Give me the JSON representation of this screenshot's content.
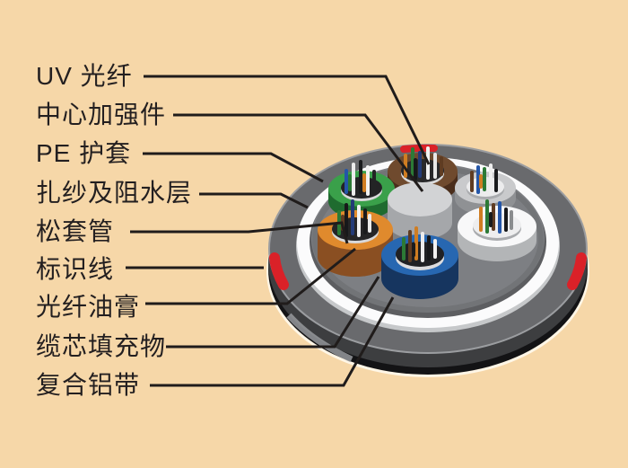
{
  "figure": {
    "labels": [
      {
        "id": "uv_fiber",
        "text": "UV 光纤"
      },
      {
        "id": "central_strength_member",
        "text": "中心加强件"
      },
      {
        "id": "pe_sheath",
        "text": "PE 护套"
      },
      {
        "id": "yarn_water_blocking_layer",
        "text": "扎纱及阻水层"
      },
      {
        "id": "loose_tube",
        "text": "松套管"
      },
      {
        "id": "marker_line",
        "text": "标识线"
      },
      {
        "id": "fiber_gel",
        "text": "光纤油膏"
      },
      {
        "id": "core_filler",
        "text": "缆芯填充物"
      },
      {
        "id": "aluminum_tape",
        "text": "复合铝带"
      }
    ],
    "colors": {
      "background": "#f6d7a8",
      "label_text": "#231f20",
      "leader_line": "#201c1b",
      "sheath_top": "#696a6d",
      "sheath_side": "#3d3e40",
      "sheath_bottom": "#131315",
      "sheath_rim_highlight": "#9b9da0",
      "marker_red": "#da2128",
      "tape_white": "#fbfbfc",
      "tape_shadow": "#c6c8ca",
      "core_gray": "#7d7f83",
      "core_shadow": "#5d5e61",
      "strength_member_top": "#d2d3d5",
      "strength_member_side": "#a5a7aa",
      "tube_green": "#3aa04a",
      "tube_green_side": "#1f6b2f",
      "tube_brown": "#6f4a2e",
      "tube_brown_side": "#4a2d1b",
      "tube_silver": "#c9cacc",
      "tube_silver_side": "#8f9194",
      "tube_white": "#f8f8f9",
      "tube_white_side": "#b3b5b7",
      "tube_blue": "#2767b1",
      "tube_blue_side": "#16355f",
      "tube_orange": "#e08a2d",
      "tube_orange_side": "#8a4f22"
    },
    "loose_tube_colors": [
      "green",
      "brown",
      "silver",
      "white",
      "orange",
      "blue"
    ]
  }
}
